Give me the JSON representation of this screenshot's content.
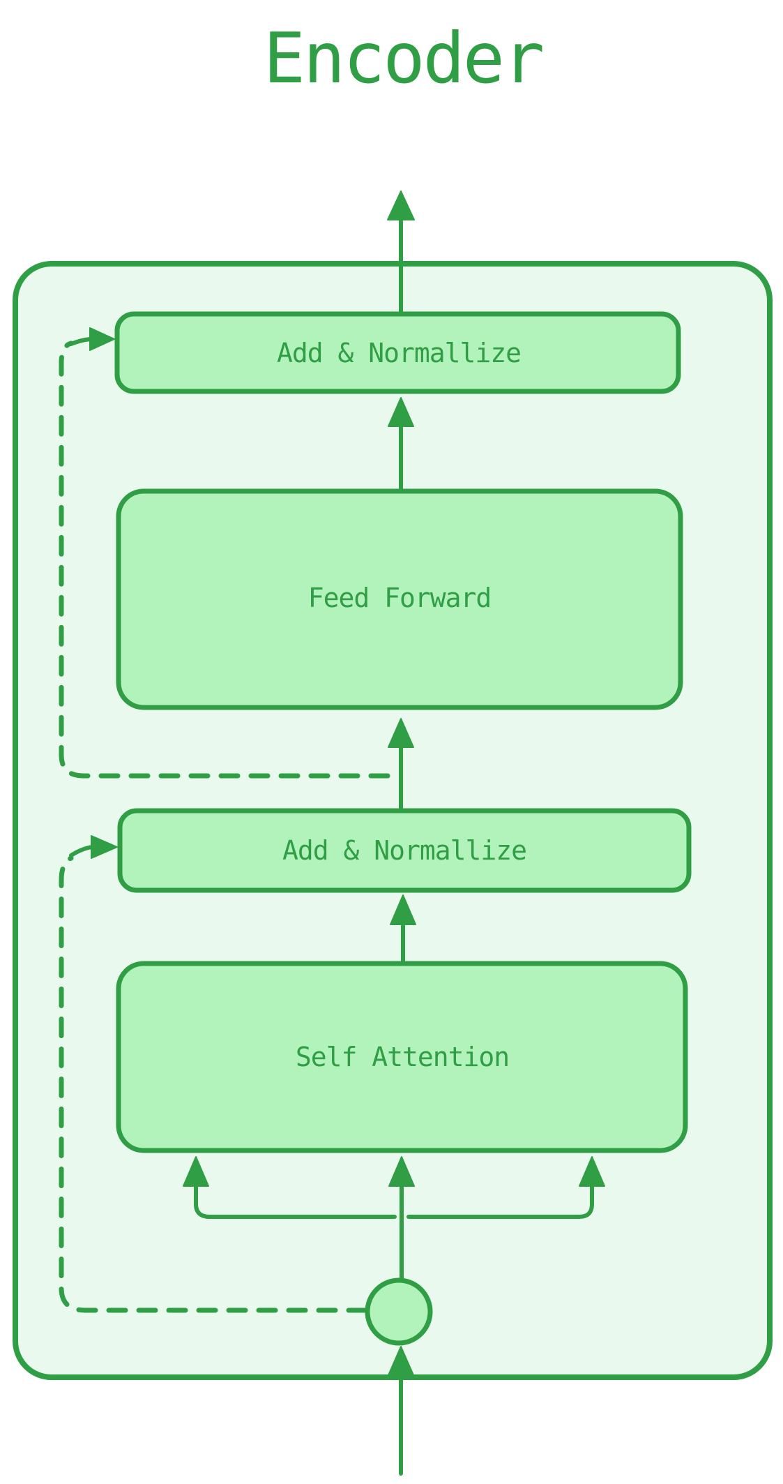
{
  "title": "Encoder",
  "colors": {
    "stroke": "#2f9e44",
    "container_fill": "#e9f9ee",
    "box_fill": "#b2f2bb",
    "background": "#ffffff"
  },
  "nodes": {
    "add_norm_top": "Add & Normallize",
    "feed_forward": "Feed Forward",
    "add_norm_bottom": "Add & Normallize",
    "self_attention": "Self Attention",
    "input_node": ""
  },
  "edges": [
    {
      "from": "input",
      "to": "input-node",
      "style": "solid-arrow"
    },
    {
      "from": "input-node",
      "to": "self-attention",
      "style": "solid-arrow",
      "branches": 3
    },
    {
      "from": "self-attention",
      "to": "add-normalize-bottom",
      "style": "solid-arrow"
    },
    {
      "from": "add-normalize-bottom",
      "to": "feed-forward",
      "style": "solid-arrow"
    },
    {
      "from": "feed-forward",
      "to": "add-normalize-top",
      "style": "solid-arrow"
    },
    {
      "from": "add-normalize-top",
      "to": "output",
      "style": "solid-arrow"
    },
    {
      "from": "input-node",
      "to": "add-normalize-bottom",
      "style": "dashed-residual-arrow"
    },
    {
      "from": "feed-forward-input",
      "to": "add-normalize-top",
      "style": "dashed-residual-arrow"
    }
  ]
}
